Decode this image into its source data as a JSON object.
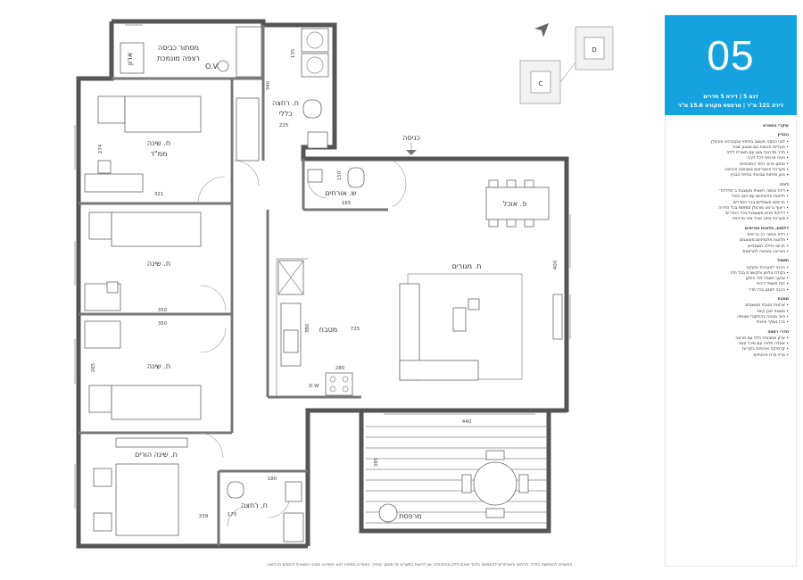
{
  "unit": {
    "number": "05",
    "type_line": "דגם 5 | דירת 5 חדרים",
    "area_line": "דירה 121 מ\"ר | מרפסת מקורה 15.6 מ\"ר"
  },
  "rooms": {
    "service_balcony": "מסתור כביסה",
    "service_balcony_2": "רצפה מונמכת",
    "kitchen_label": "מטבח",
    "closet": "ארון",
    "bathroom_main": "ח. רחצה",
    "bathroom_main_2": "כללי",
    "bedroom_mamad": "ח. שינה",
    "bedroom_mamad_2": "ממ\"ד",
    "guest_wc": "ש. אורחים",
    "bedroom_2": "ח. שינה",
    "bedroom_3": "ח. שינה",
    "master_bedroom": "ח. שינה הורים",
    "master_bath": "ח. רחצה",
    "dining": "פ. אוכל",
    "living": "ח. מגורים",
    "kitchen": "מטבח",
    "balcony": "מרפסת",
    "entrance": "כניסה"
  },
  "dimensions": {
    "d_135": "135",
    "d_340": "340",
    "d_225": "225",
    "d_274": "274",
    "d_321": "321",
    "d_165": "165",
    "d_150": "150",
    "d_400": "400",
    "d_380": "380",
    "d_725": "725",
    "d_280": "280",
    "d_350a": "350",
    "d_350b": "350",
    "d_265": "265",
    "d_440": "440",
    "d_385": "385",
    "d_180": "180",
    "d_170": "170",
    "d_339": "339"
  },
  "fixtures": {
    "ov": "O.V",
    "dw": "D.W"
  },
  "north_map": {
    "block_d": "D",
    "block_c": "C"
  },
  "spec": {
    "title": "עיקרי המפרט",
    "sections": [
      {
        "heading": "הבניין",
        "items": [
          "לובי כניסה מעוצב בחיפוי אבן/גרניט פורצלן",
          "מעליות חכמות עם מנגנון שבת",
          "חדר מדרגות מוגן עם תאורת לילה",
          "חניה פרטית לכל דירה",
          "מחסן פרטי (לפי התוכניות)",
          "מערכת אינטרקום במבואת הכניסה",
          "גינון ופיתוח סביבתי בחזית הבניין"
        ]
      },
      {
        "heading": "דירה",
        "items": [
          "דלת כניסה ראשית מעוצבת ב\"פלדלת\"",
          "חלונות אלומיניום עם זיגוג כפול",
          "תריסים חשמליים בכל החדרים",
          "ריצוף גרניט פורצלן 60/60 בכל הדירה",
          "דלתות פנים מעוצבות בכל החדרים",
          "מערכת מיזוג אוויר מיני מרכזית"
        ]
      },
      {
        "heading": "דלתות, חלונות ותריסים",
        "items": [
          "דלת כניסה רב בריחית",
          "חלונות אלומיניום מעוצבים",
          "תריסי גלילה חשמליים",
          "ויטרינה ביציאה למרפסת"
        ]
      },
      {
        "heading": "חשמל",
        "items": [
          "הכנה למערכת אזעקה",
          "נקודת טלפון ותקשורת בכל חדר",
          "שקעי חשמל לפי התקן",
          "לוח חשמל דירתי",
          "הכנה למזגן בכל חדר"
        ]
      },
      {
        "heading": "מטבח",
        "items": [
          "ארונות מטבח מעוצבים",
          "משטח אבן קיסר",
          "כיור מטבח בהתקנה שטוחה",
          "ברז נשלף איכותי"
        ]
      },
      {
        "heading": "חדרי רחצה",
        "items": [
          "ארון אמבטיה תלוי עם מראה",
          "אסלה תלויה עם מיכל סמוי",
          "קרמיקה איכותית בקירות",
          "ברזי פרח איכותיים"
        ]
      }
    ]
  },
  "disclaimer": "התשריט להמחשה בלבד. הריהוט והאביזרים להמחשה בלבד ואינם חלק מהתכולה. אין לראות בתשריט זה מסמך מחייב. המפרט המחייב הוא המפרט הטכני המצורף להסכם הרכישה."
}
